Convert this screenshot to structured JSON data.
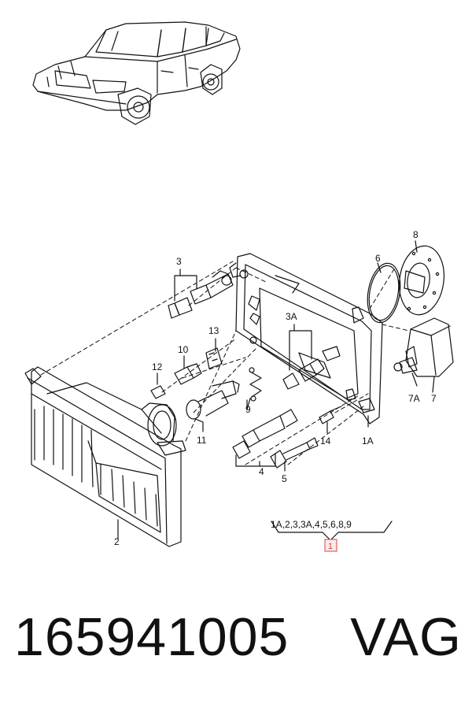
{
  "diagram": {
    "labels": {
      "l1A_a": "1A",
      "l1A_b": "1A",
      "l2": "2",
      "l3": "3",
      "l3A": "3A",
      "l4": "4",
      "l5": "5",
      "l6": "6",
      "l7": "7",
      "l7A": "7A",
      "l8": "8",
      "l9": "9",
      "l10": "10",
      "l11": "11",
      "l12": "12",
      "l13": "13",
      "l14": "14"
    },
    "kit_list": "1A,2,3,3A,4,5,6,8,9",
    "kit_number": "1"
  },
  "footer": {
    "part_number": "165941005",
    "brand": "VAG"
  },
  "colors": {
    "line": "#111111",
    "kit_box": "#d94444"
  }
}
